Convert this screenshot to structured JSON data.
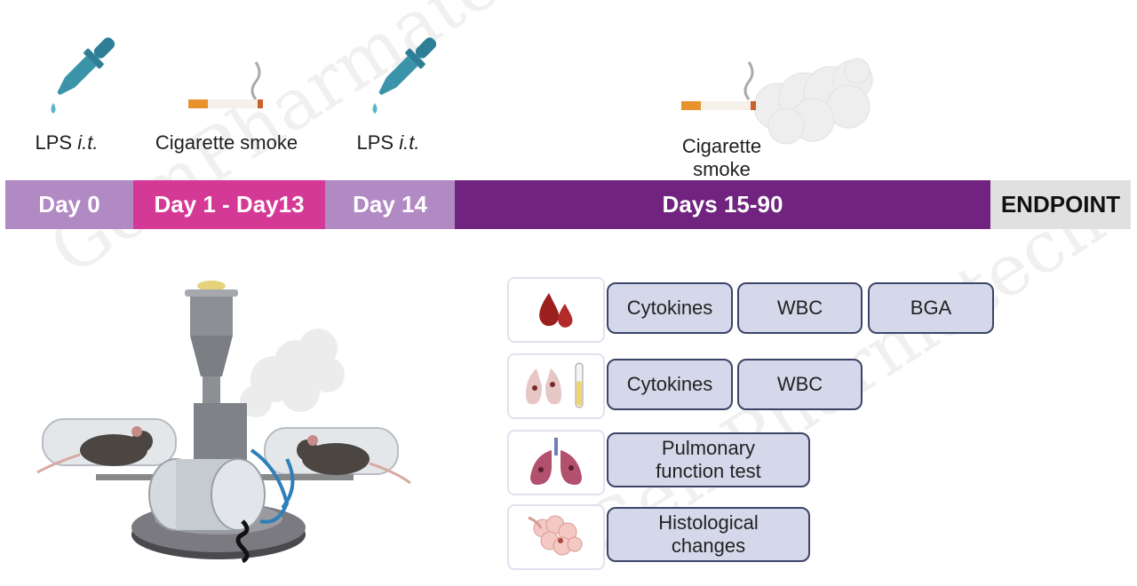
{
  "top_icons": [
    {
      "name": "LPS",
      "suffix": "i.t.",
      "icon": "dropper-icon"
    },
    {
      "name": "Cigarette smoke",
      "icon": "cigarette-icon"
    },
    {
      "name": "LPS",
      "suffix": "i.t.",
      "icon": "dropper-icon"
    },
    {
      "line1": "Cigarette",
      "line2": "smoke",
      "icon": "cigarette-smoke-cloud-icon"
    }
  ],
  "timeline": [
    {
      "label": "Day 0",
      "color": "#b189c3"
    },
    {
      "label": "Day 1 - Day13",
      "color": "#d43995"
    },
    {
      "label": "Day 14",
      "color": "#b189c3"
    },
    {
      "label": "Days 15-90",
      "color": "#70247f"
    },
    {
      "label": "ENDPOINT",
      "color": "#e0e0e0"
    }
  ],
  "readouts": [
    {
      "icon": "blood-drops-icon",
      "tests": [
        "Cytokines",
        "WBC",
        "BGA"
      ]
    },
    {
      "icon": "lung-fluid-tube-icon",
      "tests": [
        "Cytokines",
        "WBC"
      ]
    },
    {
      "icon": "lungs-icon",
      "tests": [
        [
          "Pulmonary",
          "function test"
        ]
      ]
    },
    {
      "icon": "alveoli-tissue-icon",
      "tests": [
        [
          "Histological",
          "changes"
        ]
      ]
    }
  ],
  "equipment_icon": "smoke-exposure-chamber-with-mice-icon",
  "watermark": "GemPharmatech"
}
